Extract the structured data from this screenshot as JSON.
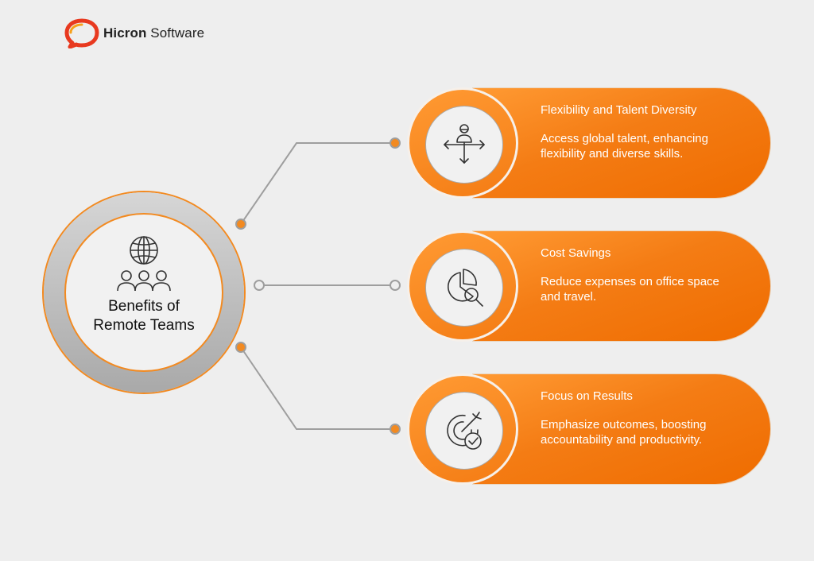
{
  "brand": {
    "name_bold": "Hicron",
    "name_light": "Software",
    "accent_color": "#f28a21",
    "logo_icon": "speech-bubble-logo-icon"
  },
  "hub": {
    "title_line1": "Benefits of",
    "title_line2": "Remote Teams",
    "icons": [
      "globe-icon",
      "people-group-icon"
    ]
  },
  "benefits": [
    {
      "title": "Flexibility and Talent Diversity",
      "description": "Access global talent, enhancing flexibility and diverse skills.",
      "icon": "person-directions-icon"
    },
    {
      "title": "Cost Savings",
      "description": "Reduce expenses on office space and travel.",
      "icon": "pie-chart-magnifier-icon"
    },
    {
      "title": "Focus on Results",
      "description": "Emphasize outcomes, boosting accountability and productivity.",
      "icon": "target-check-icon"
    }
  ]
}
